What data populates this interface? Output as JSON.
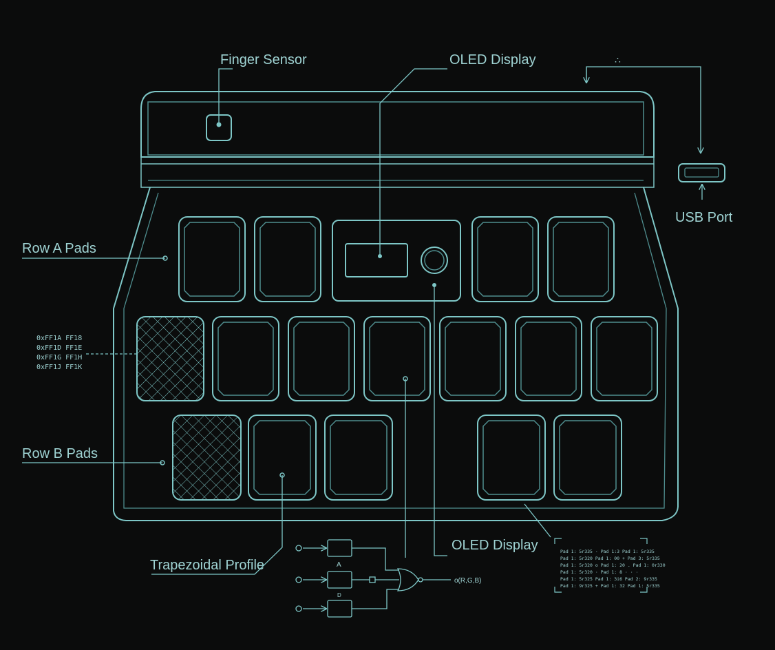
{
  "colors": {
    "background": "#0b0c0c",
    "line": "#7ec7c7",
    "line_dim": "#4f8e8f",
    "label": "#9fd3d3"
  },
  "labels": {
    "finger_sensor": "Finger Sensor",
    "oled_display_top": "OLED Display",
    "oled_display_bottom": "OLED Display",
    "usb_port": "USB Port",
    "row_a_pads": "Row A Pads",
    "row_b_pads": "Row B Pads",
    "trapezoidal_profile": "Trapezoidal Profile",
    "top_ellipsis": "∴",
    "gate_a": "A",
    "gate_d": "D",
    "gate_output": "o(R,G,B)"
  },
  "hex_codes": [
    "0xFF1A  FF18",
    "0xFF1D  FF1E",
    "0xFF1G  FF1H",
    "0xFF1J  FF1K"
  ],
  "pad_table": [
    "Pad 1: 5r335  ·  Pad 1:3      Pad 1: 5r335",
    "Pad 1: 5r320     Pad 1: 00  +  Pad 3: 5r335",
    "Pad 1: 5r320  o  Pad 1: 20   .  Pad 1: 0r330",
    "Pad 1: 5r320  ·  Pad 1: 8          ·  ·  ·",
    "Pad 1: 5r325     Pad 1: 3i6     Pad 2: 9r335",
    "Pad 1: 9r325  +  Pad 1: 32      Pad 1: 5r335"
  ]
}
